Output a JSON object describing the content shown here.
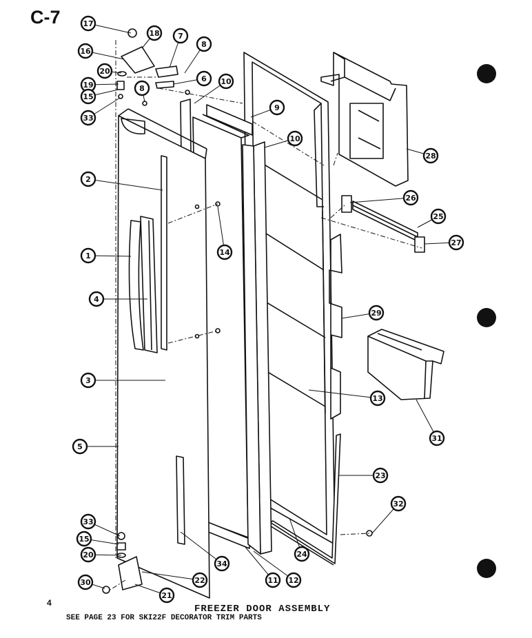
{
  "page_code": "C-7",
  "page_number": "4",
  "title": "FREEZER DOOR ASSEMBLY",
  "note": "SEE PAGE 23 FOR SKI22F DECORATOR TRIM PARTS",
  "ink_color": "#111111",
  "callouts": [
    "17",
    "18",
    "16",
    "7",
    "8",
    "20",
    "19",
    "15",
    "6",
    "8",
    "10",
    "33",
    "9",
    "10",
    "2",
    "26",
    "28",
    "25",
    "1",
    "14",
    "27",
    "4",
    "29",
    "3",
    "13",
    "31",
    "5",
    "23",
    "32",
    "33",
    "15",
    "20",
    "24",
    "34",
    "22",
    "11",
    "12",
    "30",
    "21"
  ]
}
